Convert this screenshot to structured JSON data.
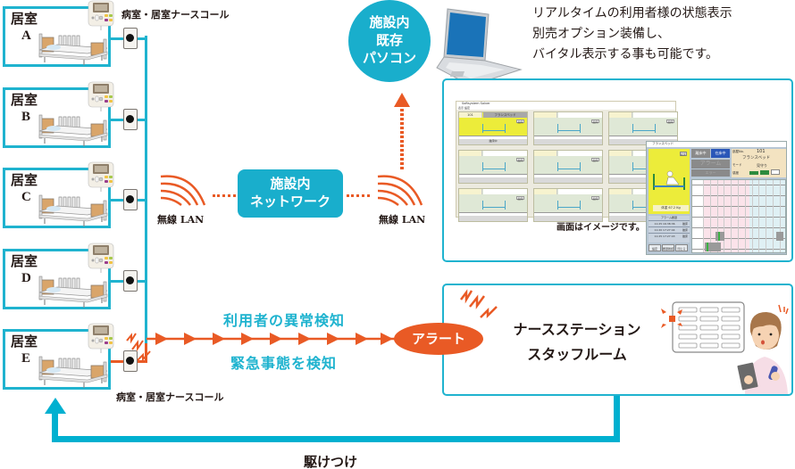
{
  "rooms": [
    {
      "label": "居室",
      "letter": "A"
    },
    {
      "label": "居室",
      "letter": "B"
    },
    {
      "label": "居室",
      "letter": "C"
    },
    {
      "label": "居室",
      "letter": "D"
    },
    {
      "label": "居室",
      "letter": "E"
    }
  ],
  "nurse_call_label_top": "病室・居室ナースコール",
  "nurse_call_label_bottom": "病室・居室ナースコール",
  "wireless": {
    "left_label": "無線 LAN",
    "right_label": "無線 LAN"
  },
  "network_box": {
    "line1": "施設内",
    "line2": "ネットワーク"
  },
  "pc_circle": {
    "line1": "施設内",
    "line2": "既存",
    "line3": "パソコン"
  },
  "description": {
    "line1": "リアルタイムの利用者様の状態表示",
    "line2": "別売オプション装備し、",
    "line3": "バイタル表示する事も可能です。"
  },
  "screen_note": "画面はイメージです。",
  "detection": {
    "line1": "利用者の異常検知",
    "line2": "緊急事態を検知"
  },
  "alert_label": "アラート",
  "station": {
    "line1": "ナースステーション",
    "line2": "スタッフルーム"
  },
  "rush_label": "駆けつけ",
  "mock_screen": {
    "main_title": "Softsystem Solver",
    "menu": "表示  設定",
    "tiles": [
      {
        "room": "101",
        "bed": "フランスベッド",
        "badge": "起床",
        "status": "離床中",
        "active": true
      },
      {
        "room": "",
        "bed": "",
        "badge": "起床",
        "status": "",
        "active": false
      },
      {
        "room": "",
        "bed": "",
        "badge": "起床",
        "status": "",
        "active": false
      },
      {
        "room": "",
        "bed": "",
        "badge": "起床",
        "status": "",
        "active": false
      },
      {
        "room": "",
        "bed": "",
        "badge": "起床",
        "status": "",
        "active": false
      },
      {
        "room": "",
        "bed": "",
        "badge": "起床",
        "status": "",
        "active": false
      },
      {
        "room": "",
        "bed": "",
        "badge": "起床",
        "status": "",
        "active": false
      },
      {
        "room": "",
        "bed": "",
        "badge": "起床",
        "status": "",
        "active": false
      },
      {
        "room": "",
        "bed": "",
        "badge": "起床",
        "status": "",
        "active": false
      }
    ],
    "detail": {
      "title": "フランスベッド",
      "badge": "起床",
      "btn_gray": "離床中",
      "btn_blue": "在床中",
      "alarm": "アラーム",
      "error": "エラー",
      "room_no_label": "部屋No.",
      "room_no": "101",
      "bed_name": "フランスベッド",
      "mode_label": "モード",
      "mode_value": "見守り",
      "sens_label": "感度",
      "weight_label": "体重",
      "weight_value": "67.2 Kg",
      "history_title": "アラーム履歴",
      "history": [
        {
          "time": "11:25 16:38:36",
          "type": "離床"
        },
        {
          "time": "11:20 17:27:44",
          "type": "離床"
        },
        {
          "time": "11:25 17:27:43",
          "type": "離床"
        }
      ],
      "bottom_buttons": [
        "設定",
        " 履歴確認",
        "閉じる"
      ]
    }
  },
  "colors": {
    "cyan": "#1fb3cf",
    "orange": "#e95a25",
    "yellow": "#ecec3a"
  }
}
